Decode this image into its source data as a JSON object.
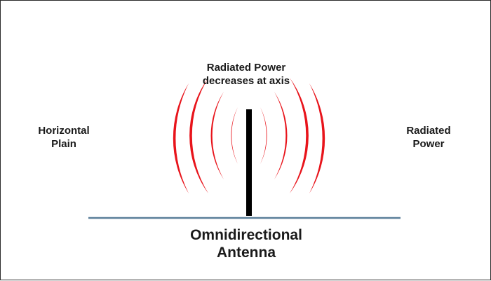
{
  "colors": {
    "wave": "#e8141b",
    "mast": "#000000",
    "ground": "#5a7f99",
    "border": "#2b2b2b",
    "text": "#1a1a1a"
  },
  "labels": {
    "top": [
      "Radiated Power",
      "decreases at axis"
    ],
    "left": [
      "Horizontal",
      "Plain"
    ],
    "right": [
      "Radiated",
      "Power"
    ],
    "title": [
      "Omnidirectional",
      "Antenna"
    ]
  },
  "wave_count_per_side": 4
}
